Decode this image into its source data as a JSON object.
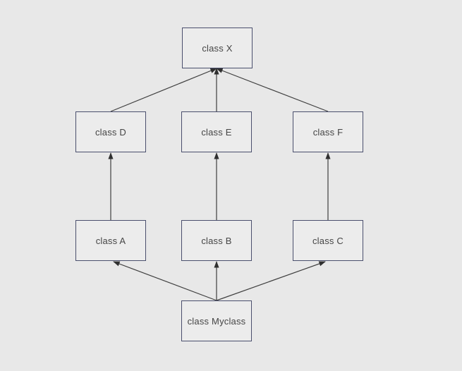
{
  "diagram": {
    "type": "class-inheritance-diagram",
    "background_color": "#e8e8e8",
    "node_fill_color": "#ececec",
    "node_border_color": "#4a4f6d",
    "arrow_color": "#3f3f3f",
    "text_color": "#454545",
    "nodes": [
      {
        "id": "x",
        "label": "class X"
      },
      {
        "id": "d",
        "label": "class D"
      },
      {
        "id": "e",
        "label": "class E"
      },
      {
        "id": "f",
        "label": "class F"
      },
      {
        "id": "a",
        "label": "class A"
      },
      {
        "id": "b",
        "label": "class B"
      },
      {
        "id": "c",
        "label": "class C"
      },
      {
        "id": "myclass",
        "label": "class Myclass"
      }
    ],
    "edges": [
      {
        "from": "class D",
        "to": "class X"
      },
      {
        "from": "class E",
        "to": "class X"
      },
      {
        "from": "class F",
        "to": "class X"
      },
      {
        "from": "class A",
        "to": "class D"
      },
      {
        "from": "class B",
        "to": "class E"
      },
      {
        "from": "class C",
        "to": "class F"
      },
      {
        "from": "class Myclass",
        "to": "class A"
      },
      {
        "from": "class Myclass",
        "to": "class B"
      },
      {
        "from": "class Myclass",
        "to": "class C"
      }
    ]
  }
}
